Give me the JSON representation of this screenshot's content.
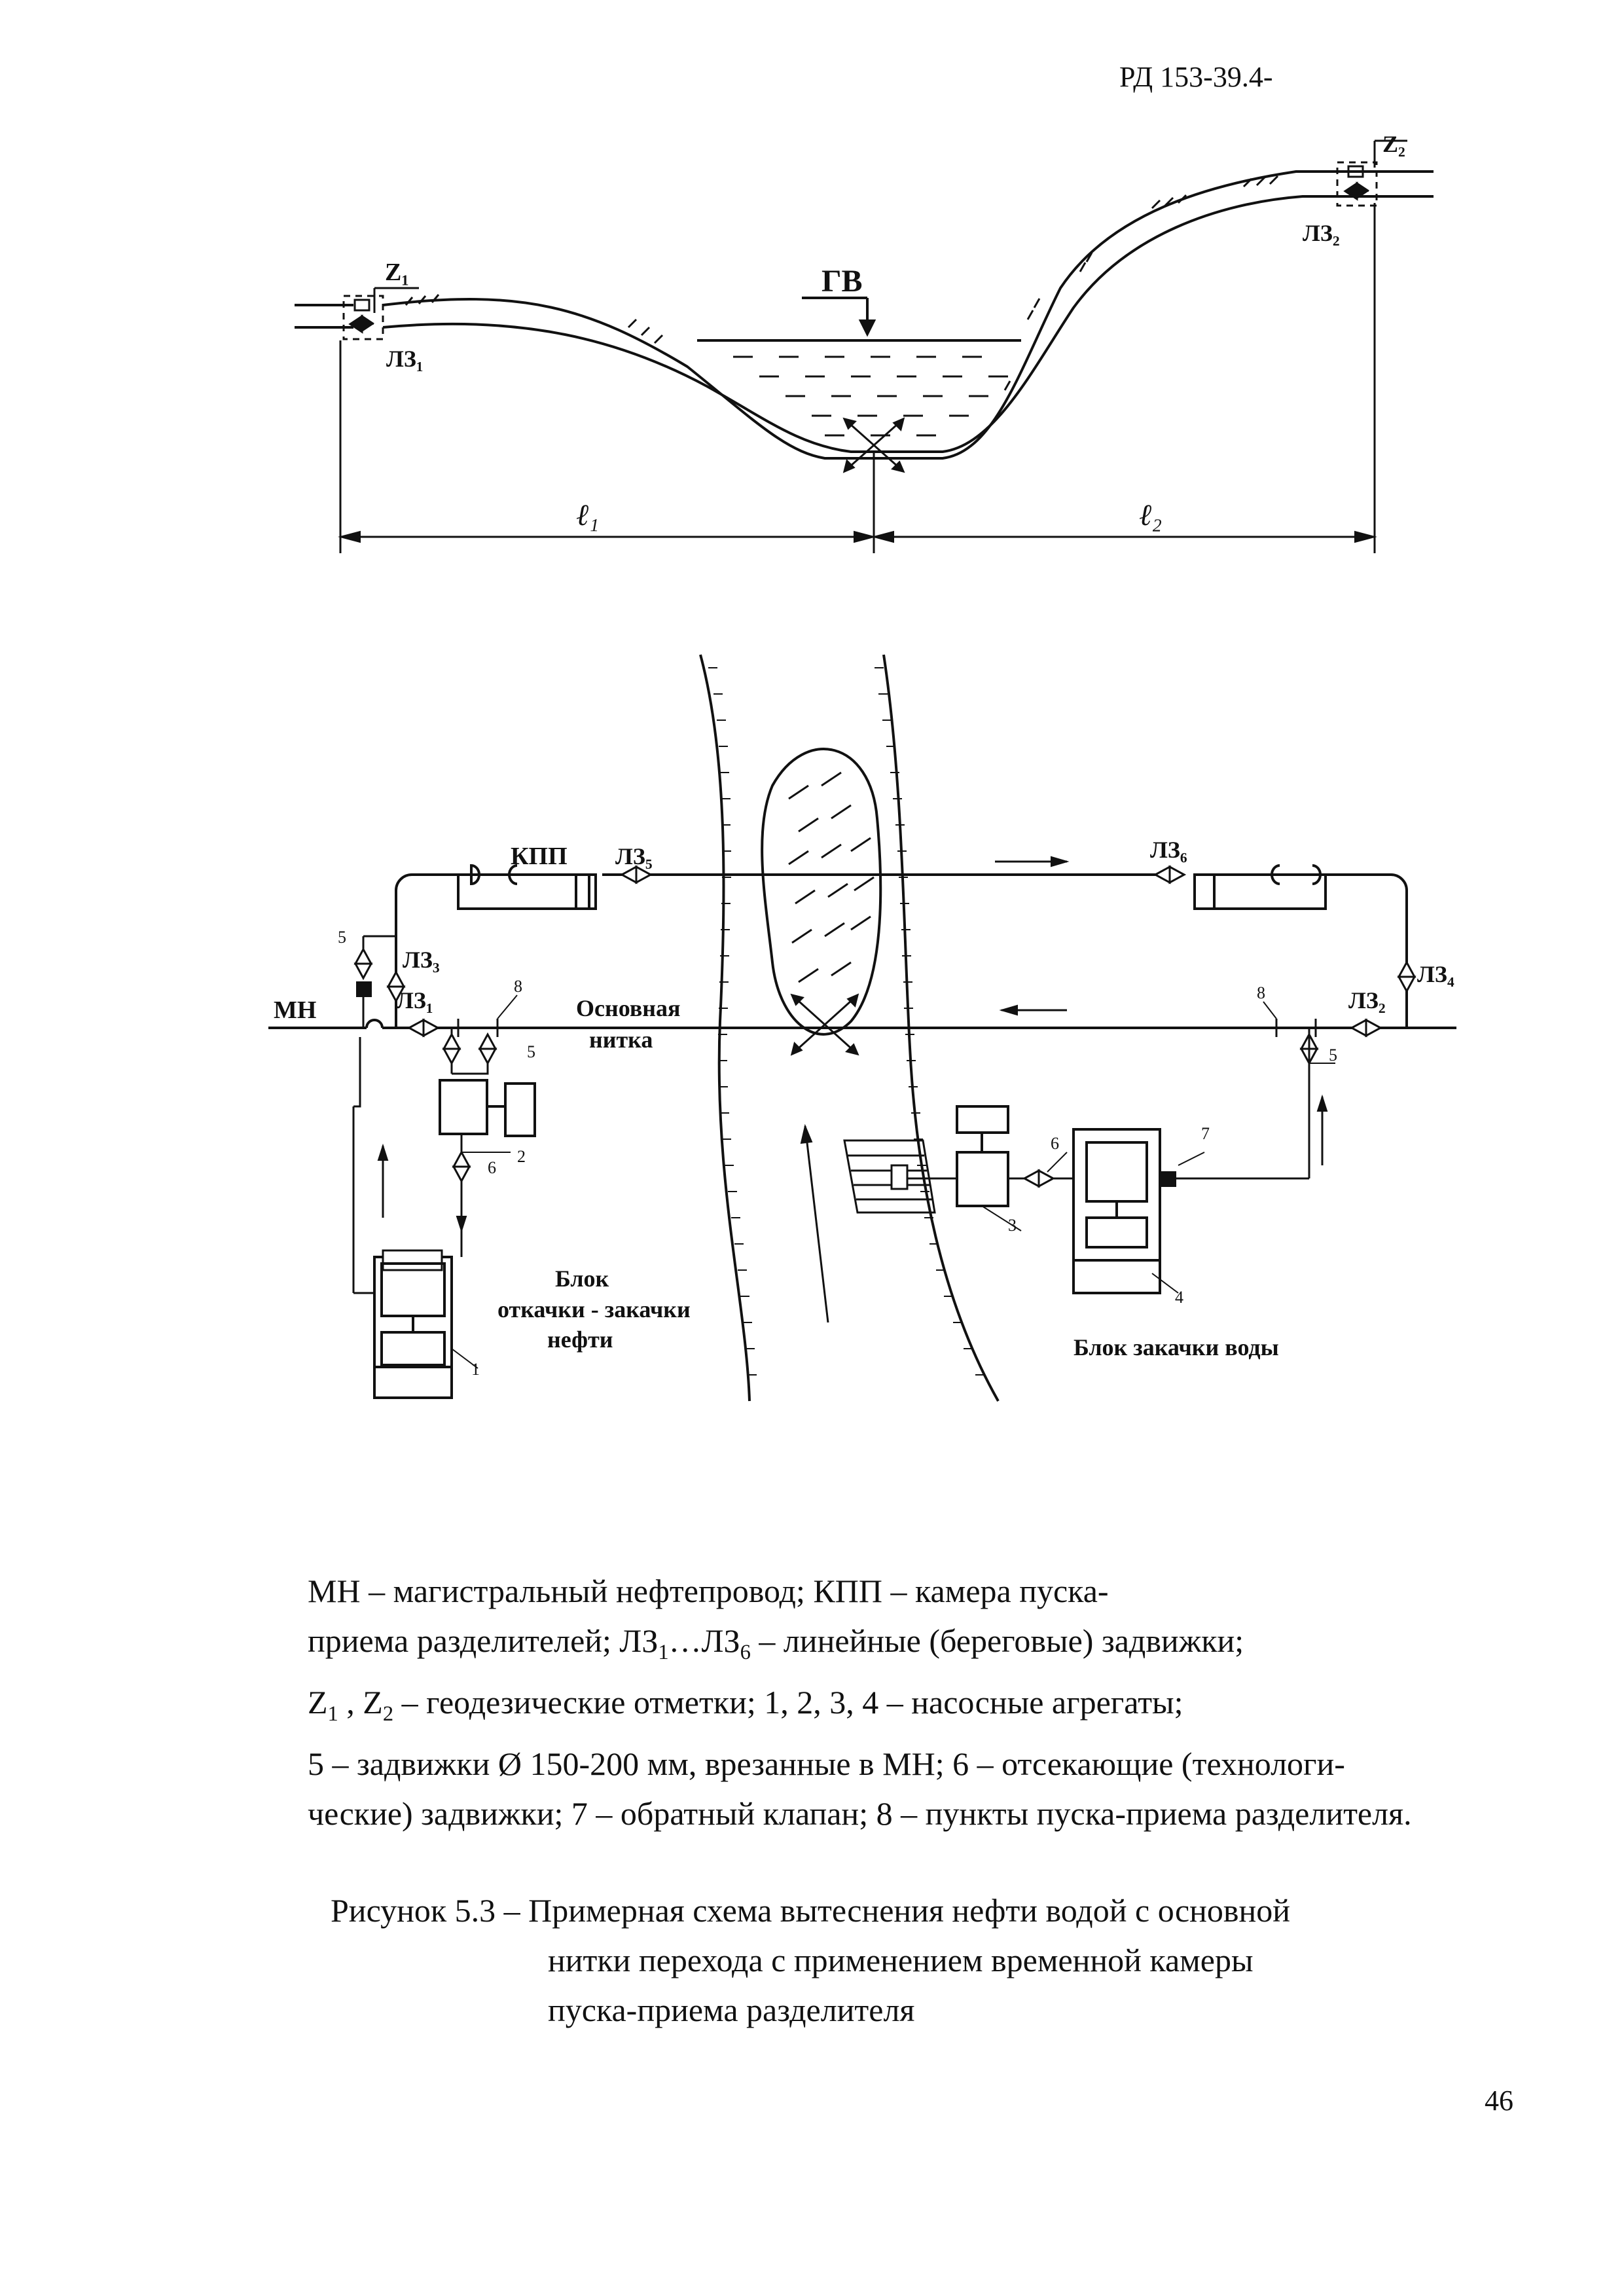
{
  "header": {
    "doc_code": "РД 153-39.4-"
  },
  "page_number": "46",
  "profile": {
    "z1": "Z₁",
    "z2": "Z₂",
    "lz1": "ЛЗ₁",
    "lz2": "ЛЗ₂",
    "gv": "ГВ",
    "l1": "ℓ₁",
    "l2": "ℓ₂"
  },
  "plan": {
    "kpp": "КПП",
    "lz5": "ЛЗ₅",
    "lz6": "ЛЗ₆",
    "lz3": "ЛЗ₃",
    "lz1": "ЛЗ₁",
    "lz2": "ЛЗ₂",
    "lz4": "ЛЗ₄",
    "mn": "МН",
    "main_line_1": "Основная",
    "main_line_2": "нитка",
    "n1": "1",
    "n2": "2",
    "n3": "3",
    "n4": "4",
    "n5a": "5",
    "n5b": "5",
    "n5c": "5",
    "n6a": "6",
    "n6b": "6",
    "n7": "7",
    "n8a": "8",
    "n8b": "8",
    "block_oil_1": "Блок",
    "block_oil_2": "откачки - закачки",
    "block_oil_3": "нефти",
    "block_water": "Блок закачки воды"
  },
  "legend": {
    "line1": "МН – магистральный нефтепровод;  КПП – камера пуска-",
    "line2_a": "приема разделителей;  ЛЗ",
    "line2_s1": "1",
    "line2_b": "…ЛЗ",
    "line2_s2": "6",
    "line2_c": " – линейные (береговые) задвижки;",
    "line3_a": "Z",
    "line3_s1": "1",
    "line3_b": " , Z",
    "line3_s2": "2",
    "line3_c": " – геодезические отметки; 1, 2, 3, 4 – насосные агрегаты;",
    "line4": "5 – задвижки Ø 150-200 мм, врезанные в МН; 6 – отсекающие (технологи-",
    "line5": "ческие) задвижки; 7 – обратный клапан; 8 – пункты пуска-приема разделителя."
  },
  "caption": {
    "line1": "Рисунок 5.3 –  Примерная схема вытеснения нефти водой с основной",
    "line2": "нитки перехода с применением временной камеры",
    "line3": "пуска-приема   разделителя"
  }
}
